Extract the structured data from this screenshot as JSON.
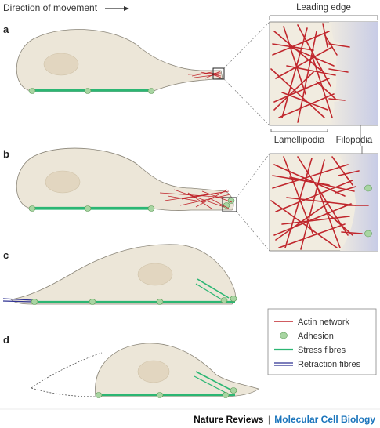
{
  "header": {
    "direction_label": "Direction of movement"
  },
  "panels": {
    "a": "a",
    "b": "b",
    "c": "c",
    "d": "d"
  },
  "callouts": {
    "leading_edge": "Leading edge",
    "lamellipodia": "Lamellipodia",
    "filopodia": "Filopodia"
  },
  "legend": {
    "items": [
      {
        "label": "Actin network",
        "swatch": "#c0272d"
      },
      {
        "label": "Adhesion",
        "swatch": "#a8d5a2"
      },
      {
        "label": "Stress fibres",
        "swatch": "#2bb673"
      },
      {
        "label": "Retraction fibres",
        "swatch": "#2e3192"
      }
    ]
  },
  "credit": {
    "brand": "Nature Reviews",
    "separator": "|",
    "journal": "Molecular Cell Biology"
  },
  "colors": {
    "cell_fill": "#ece6d8",
    "cell_stroke": "#8a8578",
    "nucleus_fill": "#e2d6c0",
    "actin": "#c0272d",
    "stress_fibre": "#2bb673",
    "adhesion": "#a8d5a2",
    "retraction": "#2e3192",
    "inset_bg": "#f1ece0",
    "inset_edge": "#c9cde6"
  }
}
